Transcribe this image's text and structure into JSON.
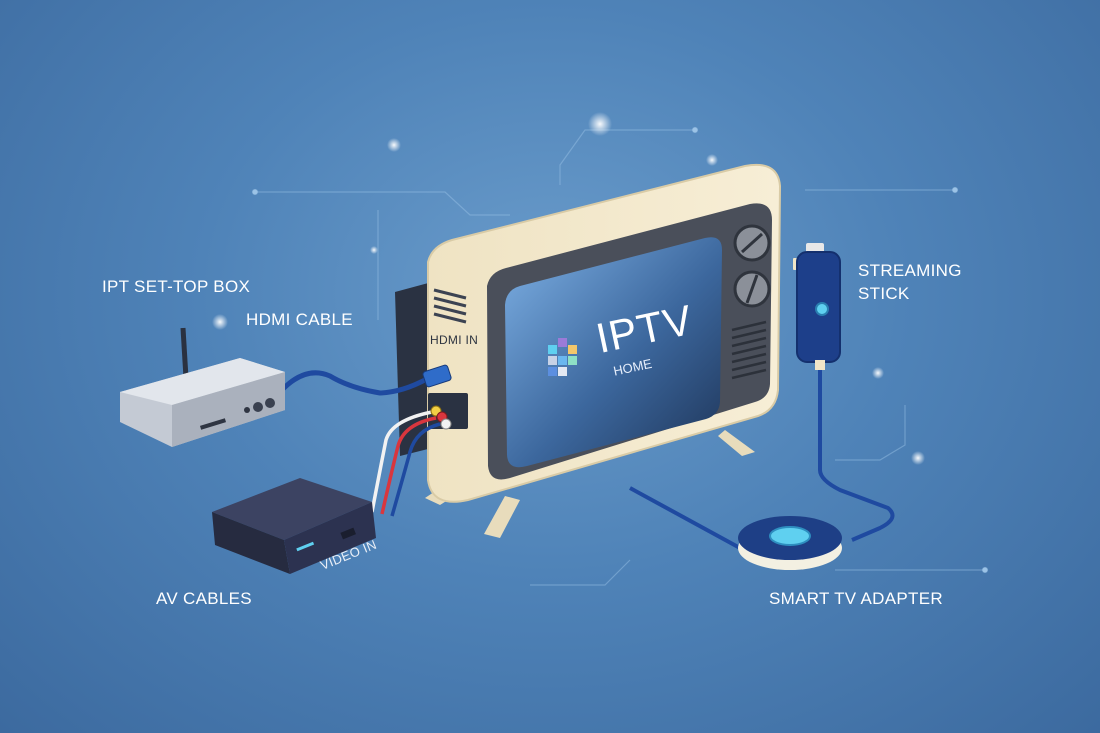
{
  "labels": {
    "set_top_box": "IPT SET-TOP BOX",
    "hdmi_cable": "HDMI CABLE",
    "av_cables": "AV CABLES",
    "streaming_stick_line1": "STREAMING",
    "streaming_stick_line2": "STICK",
    "smart_tv_adapter": "SMART TV ADAPTER",
    "hdmi_in": "HDMI IN",
    "video_in": "VIDEO IN"
  },
  "screen": {
    "brand": "IPTV",
    "subtitle": "HOME"
  },
  "colors": {
    "background": "#4f83b8",
    "tv_body": "#f1e6c8",
    "tv_bezel": "#4a4f5a",
    "screen": "#2f4f7f",
    "cable_blue": "#1f4aa0",
    "cable_red": "#d9363e",
    "cable_white": "#f2f2f2",
    "accent_cyan": "#5fd0f0"
  }
}
